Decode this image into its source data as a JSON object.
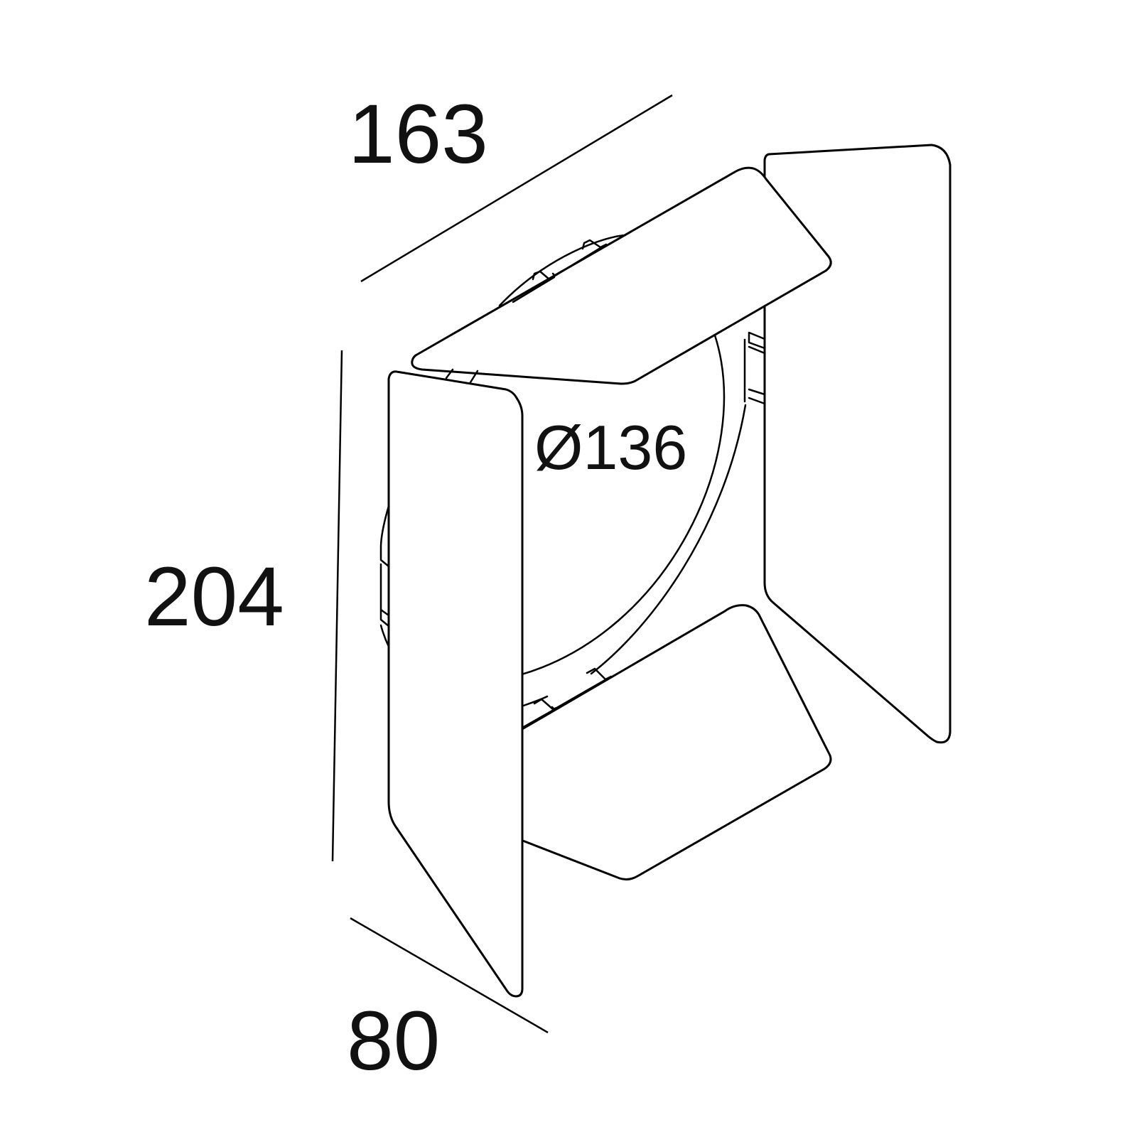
{
  "drawing": {
    "dimensions": {
      "width": "163",
      "height": "204",
      "depth": "80",
      "diameter": "Ø136"
    },
    "colors": {
      "line": "#000000",
      "background": "#ffffff",
      "text": "#111111"
    }
  }
}
